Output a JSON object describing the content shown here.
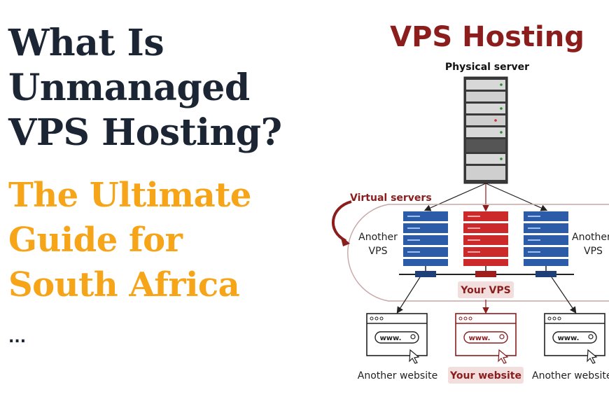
{
  "headline": {
    "line1": "What Is",
    "line2": "Unmanaged",
    "line3": "VPS Hosting?"
  },
  "subheadline": {
    "line1": "The Ultimate",
    "line2": "Guide for",
    "line3": "South Africa"
  },
  "ellipsis": "...",
  "diagram": {
    "title": "VPS Hosting",
    "physical_server_label": "Physical server",
    "virtual_servers_label": "Virtual servers",
    "left_vps_label_1": "Another",
    "left_vps_label_2": "VPS",
    "right_vps_label_1": "Another",
    "right_vps_label_2": "VPS",
    "your_vps_label": "Your VPS",
    "url_text": "www.",
    "left_site_label": "Another website",
    "center_site_label": "Your website",
    "right_site_label": "Another website",
    "colors": {
      "title": "#8b1d1d",
      "dark_red": "#8b1d1d",
      "server_blue": "#2c5ca8",
      "server_red": "#cc2a2a",
      "highlight_bg": "#f3dede"
    }
  }
}
